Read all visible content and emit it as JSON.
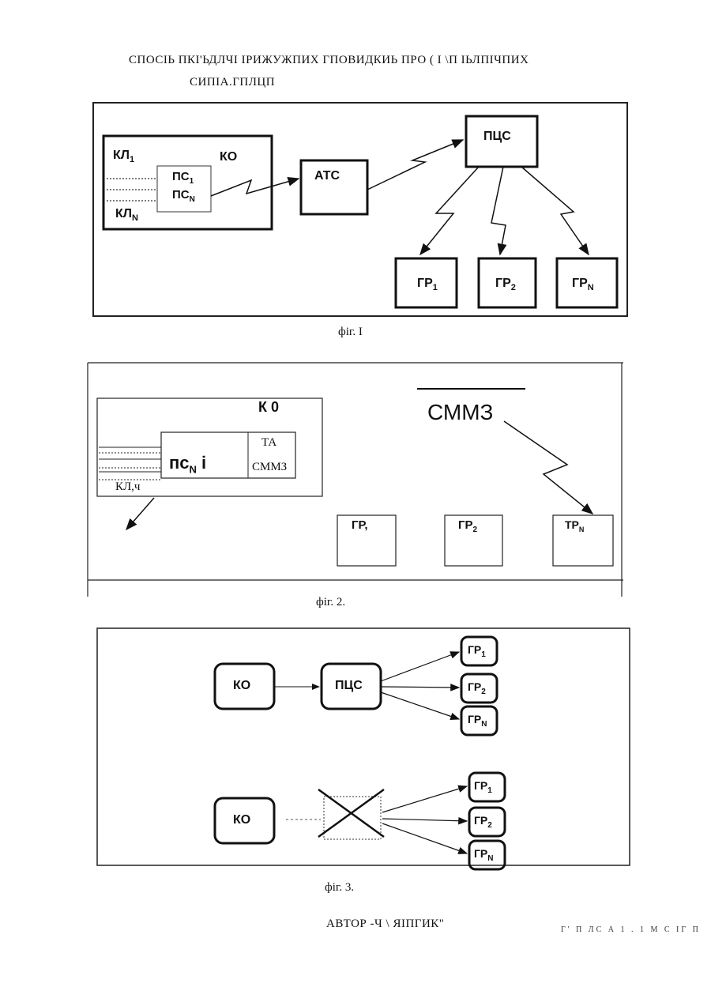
{
  "header": {
    "line1": "СПОСІЬ ПКІ'ЬДЛЧІ    ІРИЖУЖПИХ    ГПОВИДКИЬ ПРО ( І \\П   ІЬЛПІЧПИХ",
    "line2": "СИПІА.ГПЛЦП"
  },
  "fig1": {
    "caption": "фіг. І",
    "ko_label": "КО",
    "kl1": "КЛ",
    "kl1_sub": "1",
    "kln": "КЛ",
    "kln_sub": "N",
    "ps1": "ПС",
    "ps1_sub": "1",
    "psn": "ПС",
    "psn_sub": "N",
    "ats": "АТС",
    "pcs": "ПЦС",
    "gr": "ГР",
    "gr1_sub": "1",
    "gr2_sub": "2",
    "grn_sub": "N"
  },
  "fig2": {
    "caption": "фіг. 2.",
    "ko_label": "К 0",
    "smmz_top": "СММЗ",
    "ta": "ТА",
    "smmz_inner": "СММЗ",
    "pc": "пс",
    "pc_sub": "N",
    "pc_suffix": " і",
    "kl": "КЛ,ч",
    "gr1": "ГР,",
    "gr2": "ГР",
    "gr2_sub": "2",
    "trn": "ТР",
    "trn_sub": "N"
  },
  "fig3": {
    "caption": "фіг. 3.",
    "ko": "КО",
    "pcs": "ПЦС",
    "gr": "ГР",
    "gr1_sub": "1",
    "gr2_sub": "2",
    "grn_sub": "N"
  },
  "footer": {
    "author": "АВТОР   -Ч \\ ЯІПГИК\"",
    "faint": "Г' П   ЛС А 1 . 1 М  С ІГ П"
  }
}
